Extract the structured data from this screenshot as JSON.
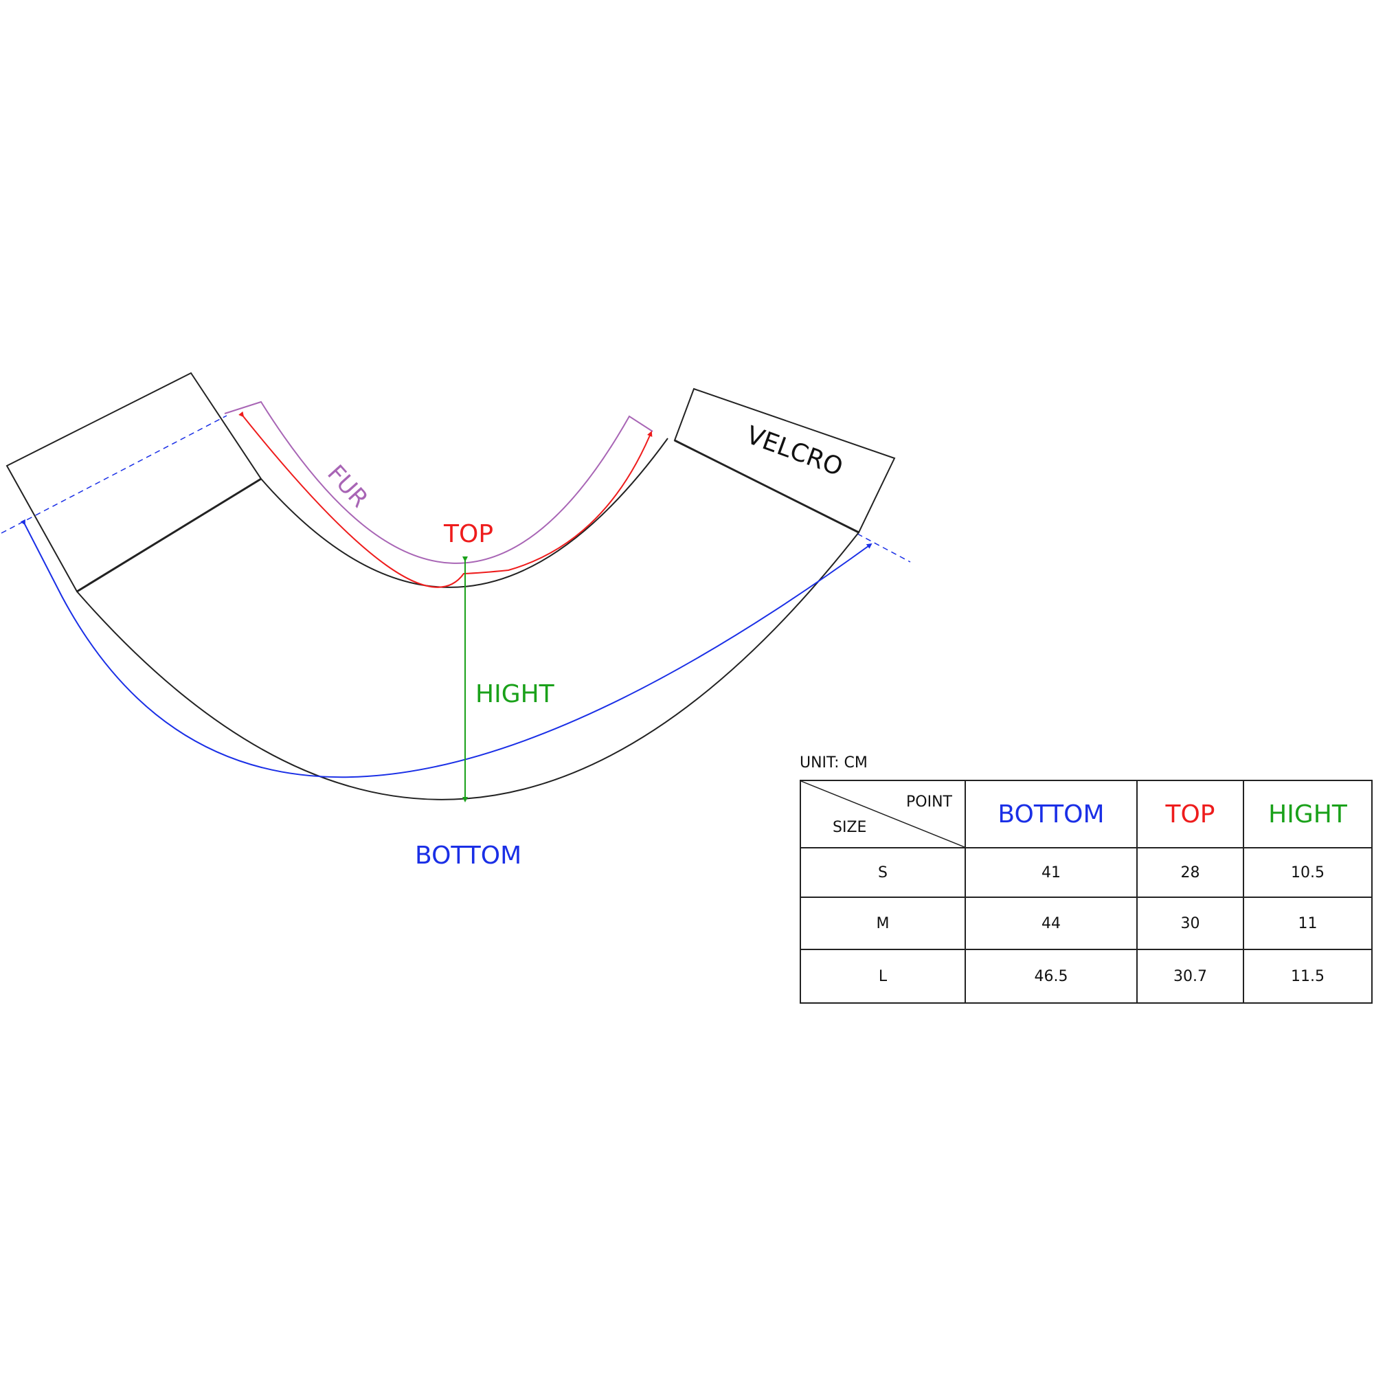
{
  "labels": {
    "fur": "FUR",
    "top": "TOP",
    "hight": "HIGHT",
    "bottom": "BOTTOM",
    "velcro": "VELCRO"
  },
  "colors": {
    "outline": "#222222",
    "fur": "#a865b5",
    "top": "#ee1c1c",
    "hight": "#1aa11a",
    "bottom": "#1a2fe6"
  },
  "table": {
    "unit": "UNIT: CM",
    "corner_point": "POINT",
    "corner_size": "SIZE",
    "headers": [
      "BOTTOM",
      "TOP",
      "HIGHT"
    ],
    "rows": [
      {
        "size": "S",
        "bottom": "41",
        "top": "28",
        "hight": "10.5"
      },
      {
        "size": "M",
        "bottom": "44",
        "top": "30",
        "hight": "11"
      },
      {
        "size": "L",
        "bottom": "46.5",
        "top": "30.7",
        "hight": "11.5"
      }
    ]
  }
}
